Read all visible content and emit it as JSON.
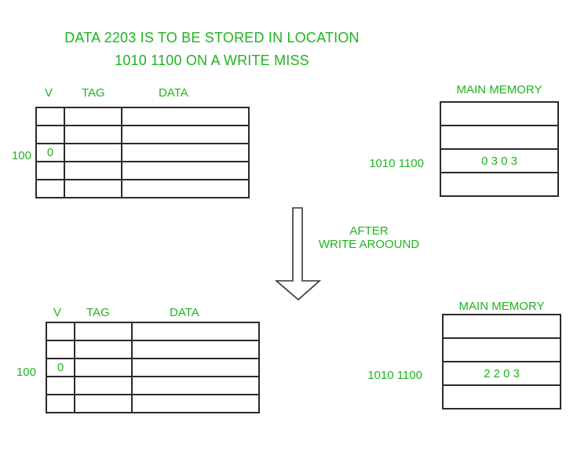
{
  "colors": {
    "green": "#1eb41e",
    "line": "#2b2b2b"
  },
  "title": {
    "line1": "DATA 2203 IS TO BE STORED IN LOCATION",
    "line2": "1010 1100 ON A WRITE MISS"
  },
  "transition": {
    "line1": "AFTER",
    "line2": "WRITE AROOUND",
    "arrow_icon": "down-arrow"
  },
  "before": {
    "cache": {
      "columns": [
        "V",
        "TAG",
        "DATA"
      ],
      "row_label": "100",
      "rows": [
        [
          "",
          "",
          ""
        ],
        [
          "",
          "",
          ""
        ],
        [
          "0",
          "",
          ""
        ],
        [
          "",
          "",
          ""
        ],
        [
          "",
          "",
          ""
        ]
      ]
    },
    "memory": {
      "title": "MAIN MEMORY",
      "address_label": "1010 1100",
      "cells": [
        "",
        "",
        "0 3 0 3",
        ""
      ]
    }
  },
  "after": {
    "cache": {
      "columns": [
        "V",
        "TAG",
        "DATA"
      ],
      "row_label": "100",
      "rows": [
        [
          "",
          "",
          ""
        ],
        [
          "",
          "",
          ""
        ],
        [
          "0",
          "",
          ""
        ],
        [
          "",
          "",
          ""
        ],
        [
          "",
          "",
          ""
        ]
      ]
    },
    "memory": {
      "title": "MAIN MEMORY",
      "address_label": "1010 1100",
      "cells": [
        "",
        "",
        "2 2 0 3",
        ""
      ]
    }
  }
}
